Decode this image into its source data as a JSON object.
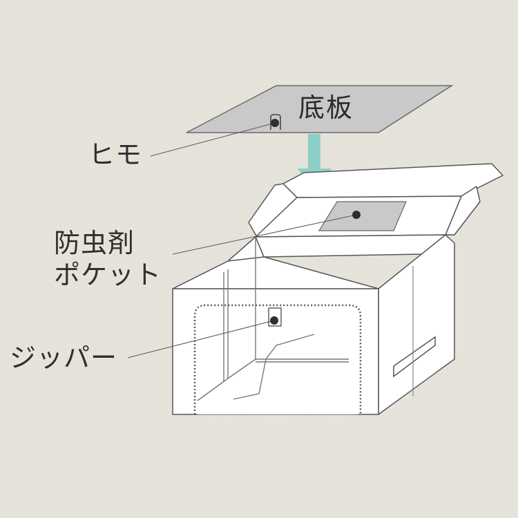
{
  "diagram": {
    "board_title": "底板",
    "labels": {
      "himo": "ヒモ",
      "pocket_line1": "防虫剤",
      "pocket_line2": "ポケット",
      "zipper": "ジッパー"
    },
    "colors": {
      "background": "#e7e4dc",
      "board_fill": "#c9c9c9",
      "arrow": "#8ccfc6",
      "outline": "#555555"
    },
    "icons": [
      "down-arrow-icon"
    ]
  }
}
